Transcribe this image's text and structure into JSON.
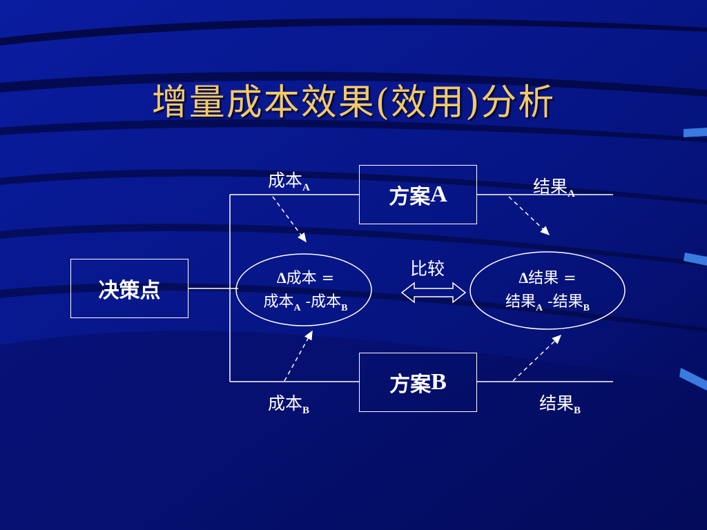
{
  "slide": {
    "title": "增量成本效果(效用)分析"
  },
  "diagram": {
    "decision_point": "决策点",
    "plan_a": {
      "text": "方案",
      "suffix": "A"
    },
    "plan_b": {
      "text": "方案",
      "suffix": "B"
    },
    "cost_a": {
      "text": "成本",
      "sub": "A"
    },
    "cost_b": {
      "text": "成本",
      "sub": "B"
    },
    "result_a": {
      "text": "结果",
      "sub": "A"
    },
    "result_b": {
      "text": "结果",
      "sub": "B"
    },
    "compare": "比较",
    "delta_cost": {
      "line1": "成本 =",
      "line2_pre": "成本",
      "line2_sub1": "A",
      "line2_mid": " -成本",
      "line2_sub2": "B"
    },
    "delta_result": {
      "line1": "结果 =",
      "line2_pre": "结果",
      "line2_sub1": "A",
      "line2_mid": " -结果",
      "line2_sub2": "B"
    },
    "delta_symbol": "Δ"
  },
  "colors": {
    "background": "#050f6e",
    "title": "#f2c96a",
    "lines": "#ffffff",
    "accent": "#3a7be0"
  }
}
